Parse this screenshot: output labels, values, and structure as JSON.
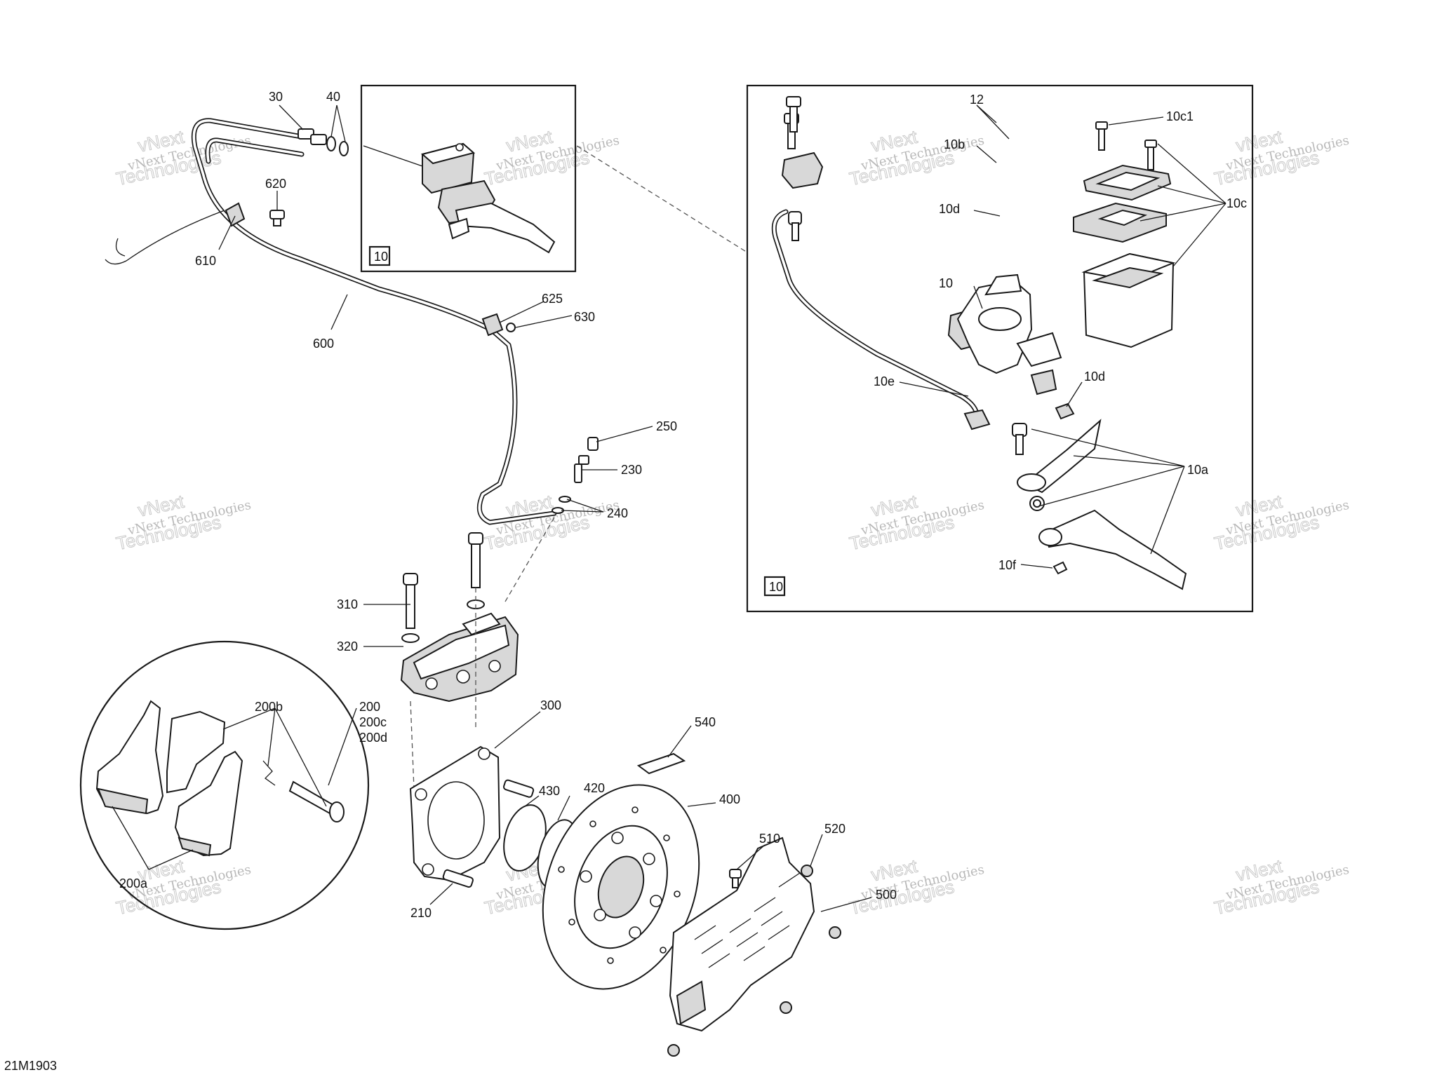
{
  "diagram": {
    "figure_code": "21M1903",
    "watermark": {
      "line1": "vNext Technologies",
      "line2": "Technologies",
      "line3": "vNext"
    },
    "labels": [
      {
        "id": "30",
        "text": "30"
      },
      {
        "id": "40",
        "text": "40"
      },
      {
        "id": "620",
        "text": "620"
      },
      {
        "id": "610",
        "text": "610"
      },
      {
        "id": "600",
        "text": "600"
      },
      {
        "id": "625",
        "text": "625"
      },
      {
        "id": "630",
        "text": "630"
      },
      {
        "id": "250",
        "text": "250"
      },
      {
        "id": "230",
        "text": "230"
      },
      {
        "id": "240",
        "text": "240"
      },
      {
        "id": "310",
        "text": "310"
      },
      {
        "id": "320",
        "text": "320"
      },
      {
        "id": "200",
        "text": "200"
      },
      {
        "id": "200c",
        "text": "200c"
      },
      {
        "id": "200d",
        "text": "200d"
      },
      {
        "id": "200b",
        "text": "200b"
      },
      {
        "id": "200a",
        "text": "200a"
      },
      {
        "id": "300",
        "text": "300"
      },
      {
        "id": "430",
        "text": "430"
      },
      {
        "id": "420",
        "text": "420"
      },
      {
        "id": "540",
        "text": "540"
      },
      {
        "id": "400",
        "text": "400"
      },
      {
        "id": "510",
        "text": "510"
      },
      {
        "id": "520",
        "text": "520"
      },
      {
        "id": "500",
        "text": "500"
      },
      {
        "id": "210",
        "text": "210"
      },
      {
        "id": "12",
        "text": "12"
      },
      {
        "id": "10b",
        "text": "10b"
      },
      {
        "id": "10c1",
        "text": "10c1"
      },
      {
        "id": "10c",
        "text": "10c"
      },
      {
        "id": "10d_top",
        "text": "10d"
      },
      {
        "id": "10",
        "text": "10"
      },
      {
        "id": "10e",
        "text": "10e"
      },
      {
        "id": "10d_mid",
        "text": "10d"
      },
      {
        "id": "10a",
        "text": "10a"
      },
      {
        "id": "10f",
        "text": "10f"
      }
    ],
    "inset_small_tag": "10",
    "inset_large_tag": "10"
  }
}
